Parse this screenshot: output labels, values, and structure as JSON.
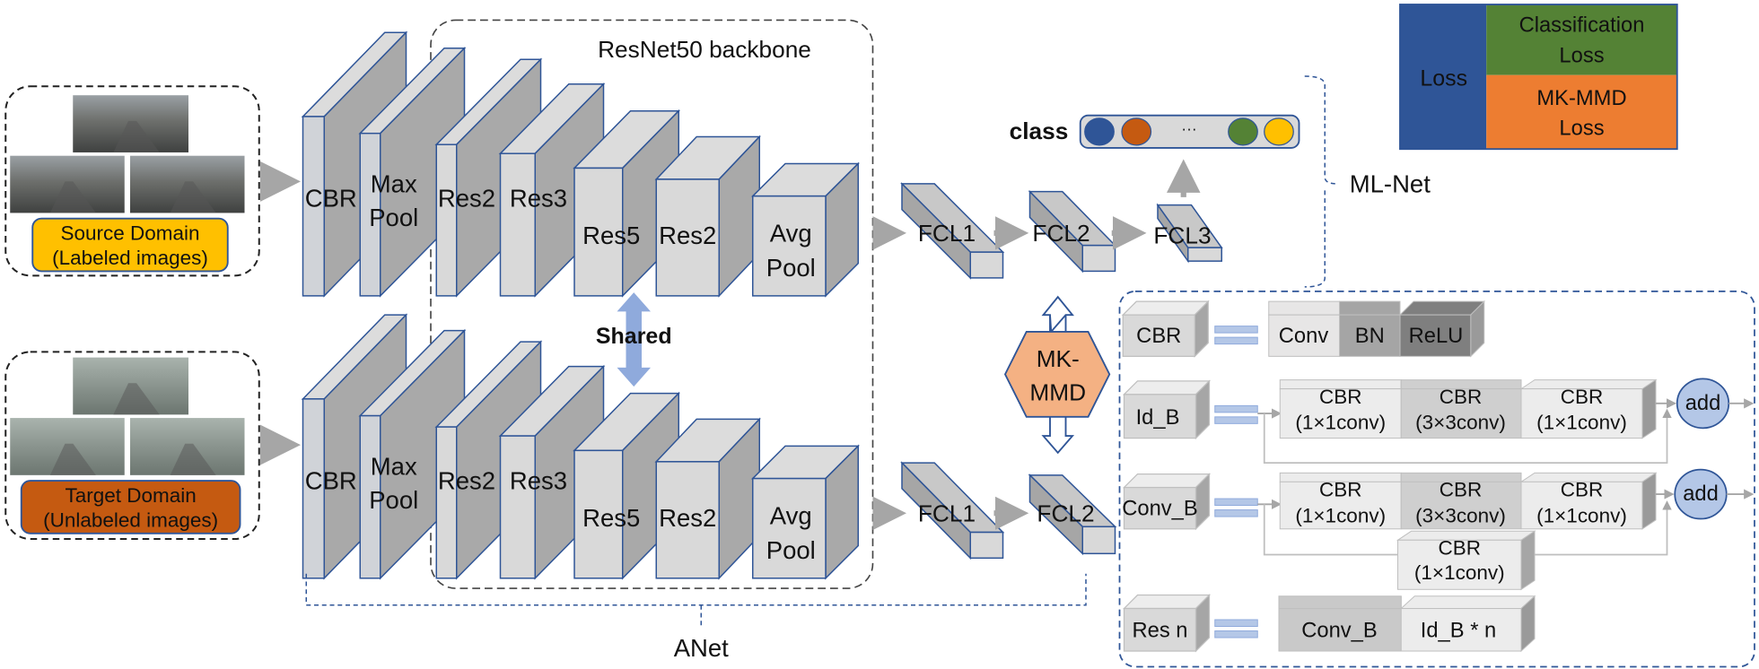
{
  "source": {
    "label_lines": [
      "Source Domain",
      "(Labeled images)"
    ],
    "color": "#ffc000"
  },
  "target": {
    "label_lines": [
      "Target Domain",
      "(Unlabeled images)"
    ],
    "color": "#c55a11"
  },
  "backbone_label": "ResNet50 backbone",
  "branch_blocks": [
    [
      "CBR"
    ],
    [
      "Max",
      "Pool"
    ],
    [
      "Res2"
    ],
    [
      "Res3"
    ],
    [
      "Res5"
    ],
    [
      "Res2"
    ],
    [
      "Avg",
      "Pool"
    ]
  ],
  "shared_label": "Shared",
  "top_fc": [
    "FCL1",
    "FCL2",
    "FCL3"
  ],
  "bottom_fc": [
    "FCL1",
    "FCL2"
  ],
  "mkmmd_lines": [
    "MK-",
    "MMD"
  ],
  "class_label": "class",
  "class_ellipsis": "···",
  "class_colors": [
    "#2f5597",
    "#c55a11",
    "#548235",
    "#ffc000"
  ],
  "mlnet_label": "ML-Net",
  "anet_label": "ANet",
  "loss": {
    "label": "Loss",
    "classification": [
      "Classification",
      "Loss"
    ],
    "mkmmd": [
      "MK-MMD",
      "Loss"
    ],
    "colors": {
      "loss": "#2f5597",
      "classification": "#548235",
      "mkmmd": "#ed7d31"
    }
  },
  "legend": {
    "cbr": {
      "name": "CBR",
      "parts": [
        "Conv",
        "BN",
        "ReLU"
      ]
    },
    "id_b": {
      "name": "Id_B",
      "parts": [
        [
          "CBR",
          "(1×1conv)"
        ],
        [
          "CBR",
          "(3×3conv)"
        ],
        [
          "CBR",
          "(1×1conv)"
        ]
      ],
      "add": "add"
    },
    "conv_b": {
      "name": "Conv_B",
      "parts": [
        [
          "CBR",
          "(1×1conv)"
        ],
        [
          "CBR",
          "(3×3conv)"
        ],
        [
          "CBR",
          "(1×1conv)"
        ]
      ],
      "shortcut": [
        "CBR",
        "(1×1conv)"
      ],
      "add": "add"
    },
    "res_n": {
      "name": "Res n",
      "parts": [
        "Conv_B",
        "Id_B * n"
      ]
    }
  },
  "colors": {
    "accent_blue": "#2f5597",
    "block_gray": "#d9d9d9",
    "arrow_gray": "#a6a6a6",
    "mkmmd_fill": "#f4b183",
    "equals_fill": "#b4c7e7"
  }
}
